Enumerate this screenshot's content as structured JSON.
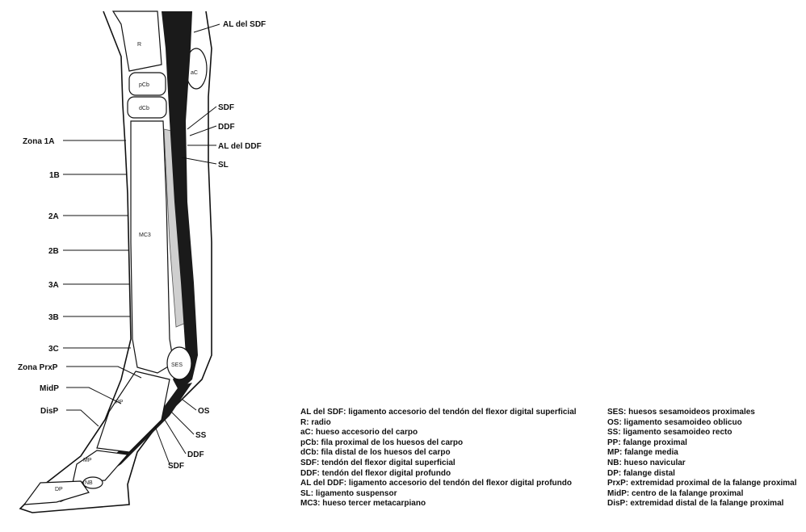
{
  "labels": {
    "right": {
      "al_sdf": "AL del SDF",
      "sdf": "SDF",
      "ddf": "DDF",
      "al_ddf": "AL del DDF",
      "sl": "SL",
      "os": "OS",
      "ss": "SS",
      "ddf_low": "DDF",
      "sdf_low": "SDF"
    },
    "zones": {
      "z1a": "Zona 1A",
      "z1b": "1B",
      "z2a": "2A",
      "z2b": "2B",
      "z3a": "3A",
      "z3b": "3B",
      "z3c": "3C",
      "zprxp": "Zona PrxP",
      "zmidp": "MidP",
      "zdisp": "DisP"
    },
    "bones": {
      "r": "R",
      "ac": "aC",
      "pcb": "pCb",
      "dcb": "dCb",
      "mc3": "MC3",
      "ses": "SES",
      "pp": "PP",
      "mp": "MP",
      "nb": "NB",
      "dp": "DP"
    }
  },
  "legend": {
    "left": [
      "AL del SDF: ligamento accesorio del tendón del flexor digital superficial",
      "R: radio",
      "aC: hueso accesorio del carpo",
      "pCb: fila proximal de los huesos del carpo",
      "dCb: fila distal de los huesos del carpo",
      "SDF: tendón del flexor digital superficial",
      "DDF: tendón del flexor digital profundo",
      "AL del DDF: ligamento accesorio del tendón del flexor digital profundo",
      "SL: ligamento suspensor",
      "MC3: hueso tercer metacarpiano"
    ],
    "right": [
      "SES: huesos sesamoideos proximales",
      "OS: ligamento sesamoideo oblicuo",
      "SS: ligamento sesamoideo recto",
      "PP: falange proximal",
      "MP: falange media",
      "NB: hueso navicular",
      "DP: falange distal",
      "PrxP: extremidad proximal de la falange proximal",
      "MidP: centro de la falange proximal",
      "DisP: extremidad distal de la falange proximal"
    ]
  }
}
